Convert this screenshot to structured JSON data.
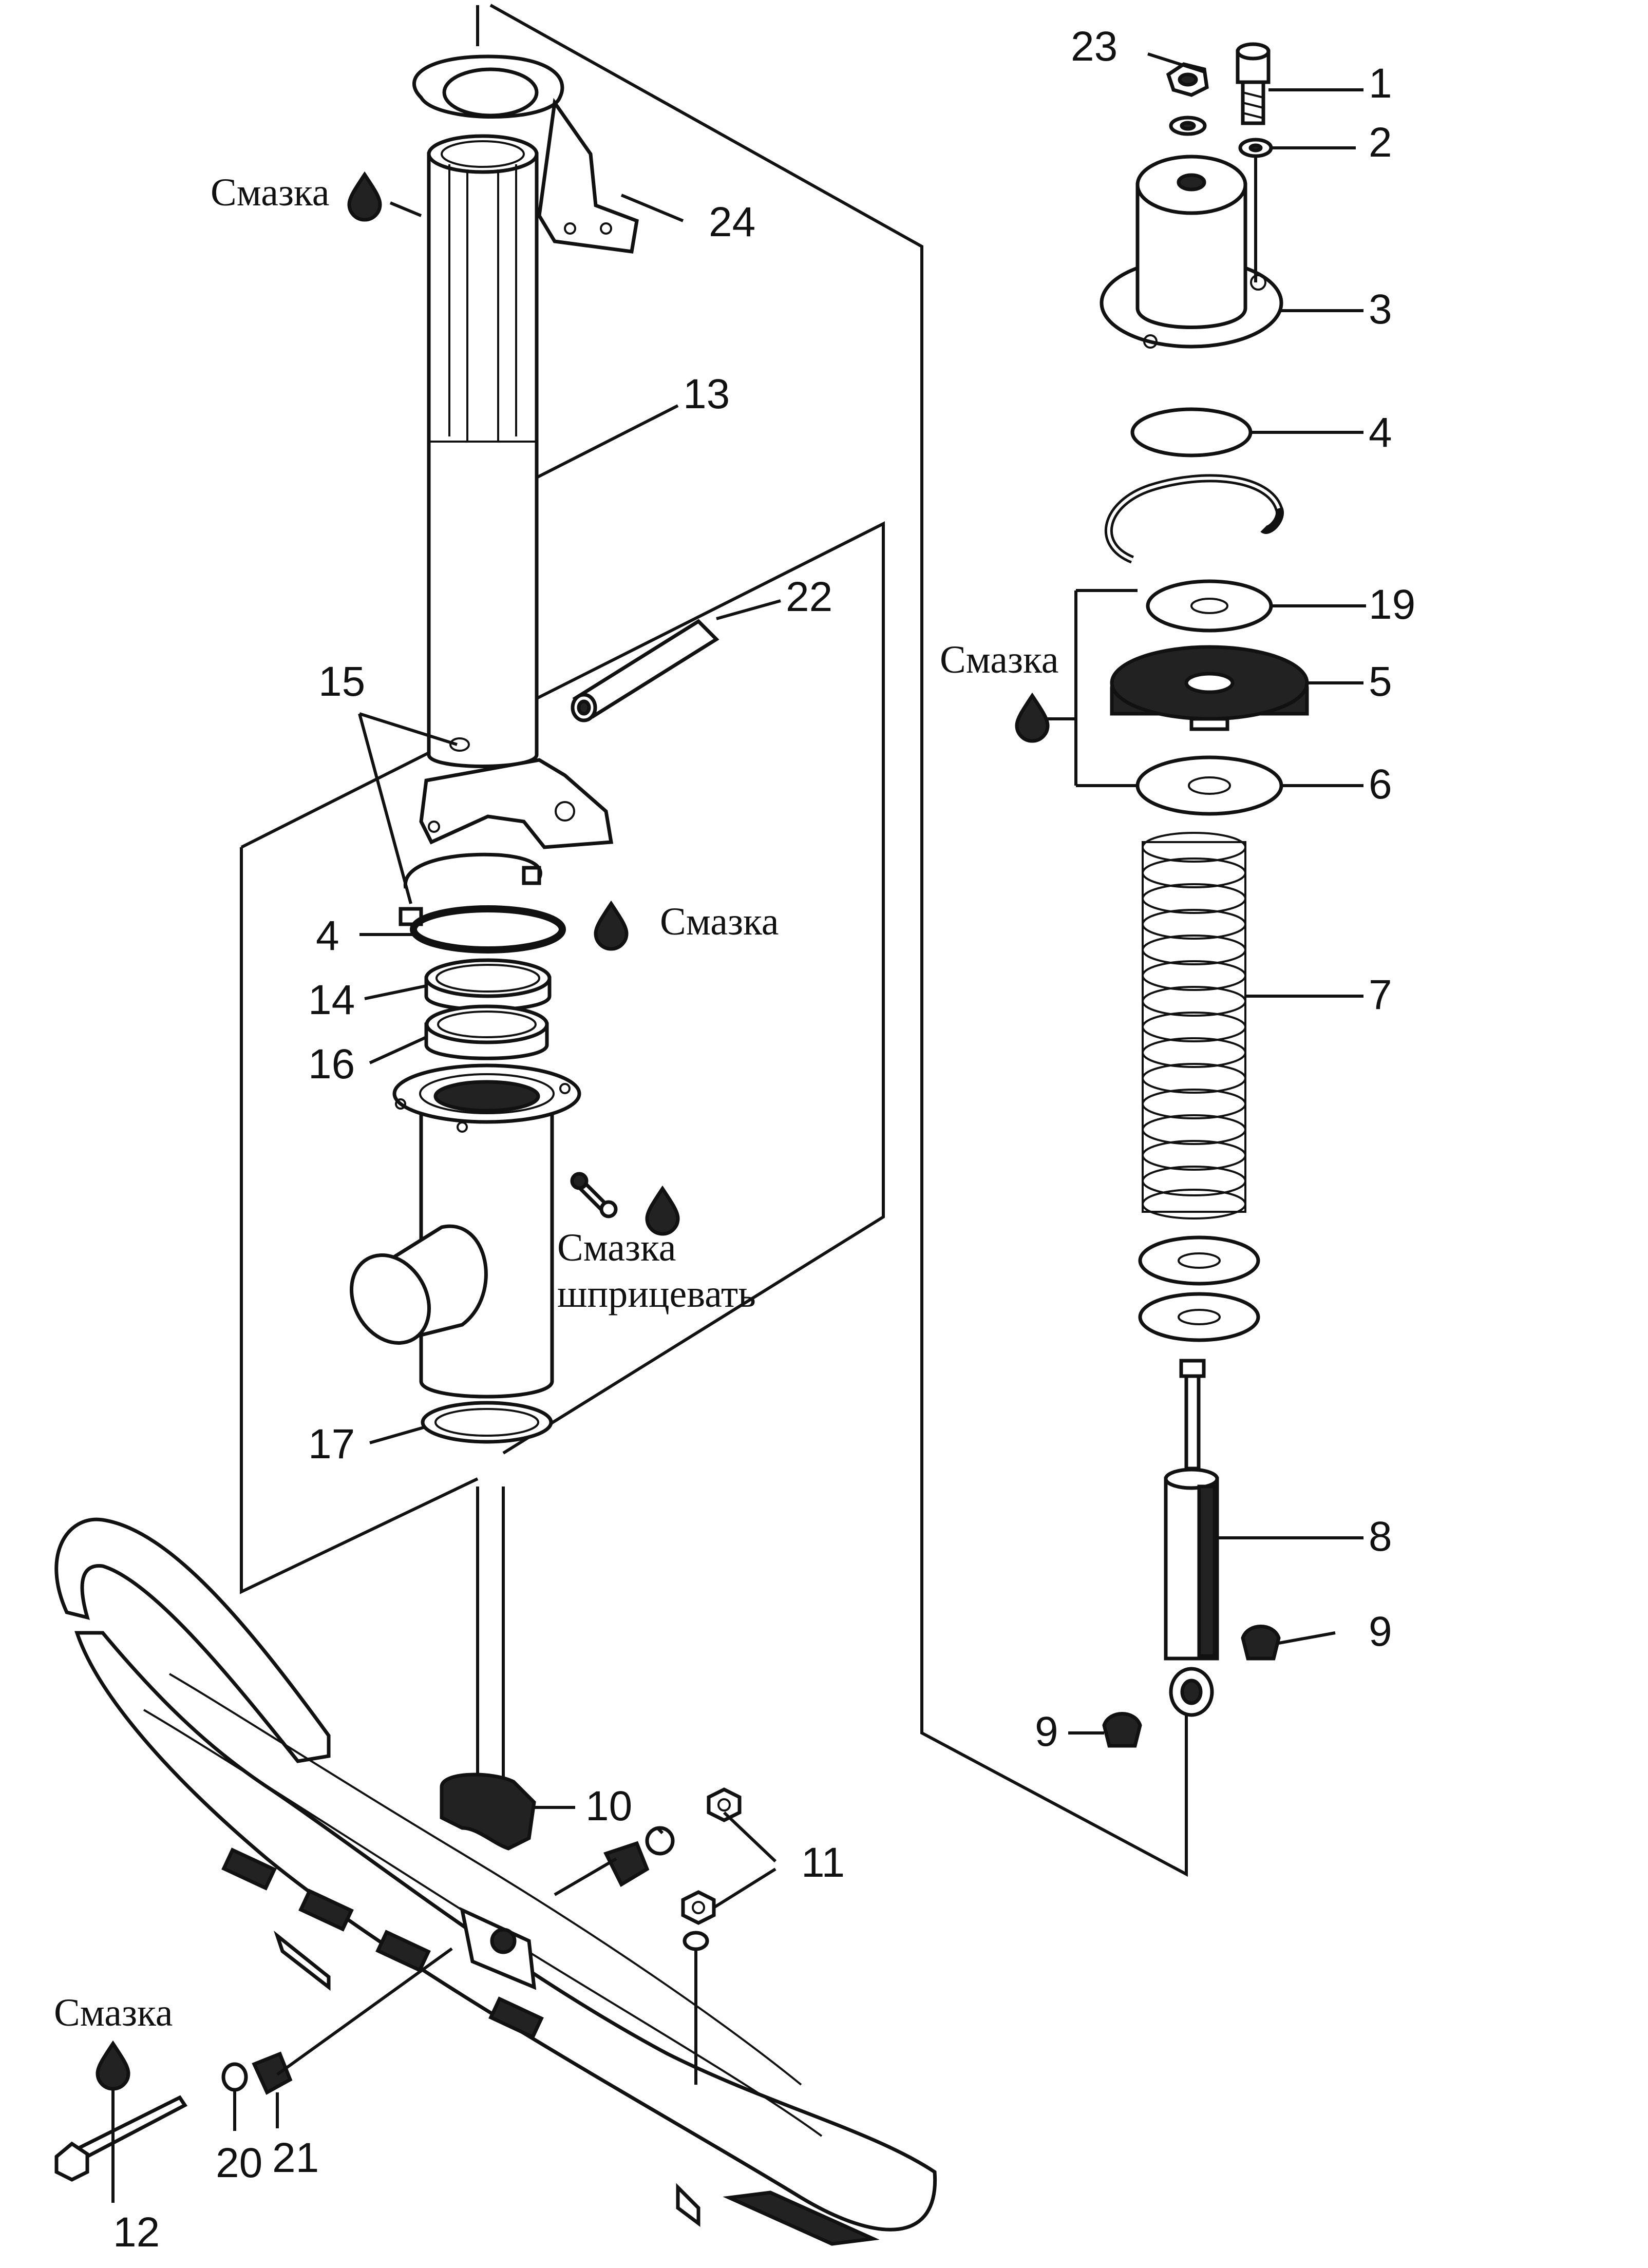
{
  "labels": {
    "n1": "1",
    "n2": "2",
    "n3": "3",
    "n4a": "4",
    "n4b": "4",
    "n5": "5",
    "n6": "6",
    "n7": "7",
    "n8": "8",
    "n9a": "9",
    "n9b": "9",
    "n10": "10",
    "n11": "11",
    "n12": "12",
    "n13": "13",
    "n14": "14",
    "n15": "15",
    "n16": "16",
    "n17": "17",
    "n19": "19",
    "n20": "20",
    "n21": "21",
    "n22": "22",
    "n23": "23",
    "n24": "24"
  },
  "lubricant": {
    "top": "Смазка",
    "ring": "Смазка",
    "spring_stack": "Смазка",
    "grease_gun_line1": "Смазка",
    "grease_gun_line2": "шприцевать",
    "bolt": "Смазка"
  },
  "icons": [
    "oil-drop-icon",
    "grease-fitting-icon"
  ]
}
